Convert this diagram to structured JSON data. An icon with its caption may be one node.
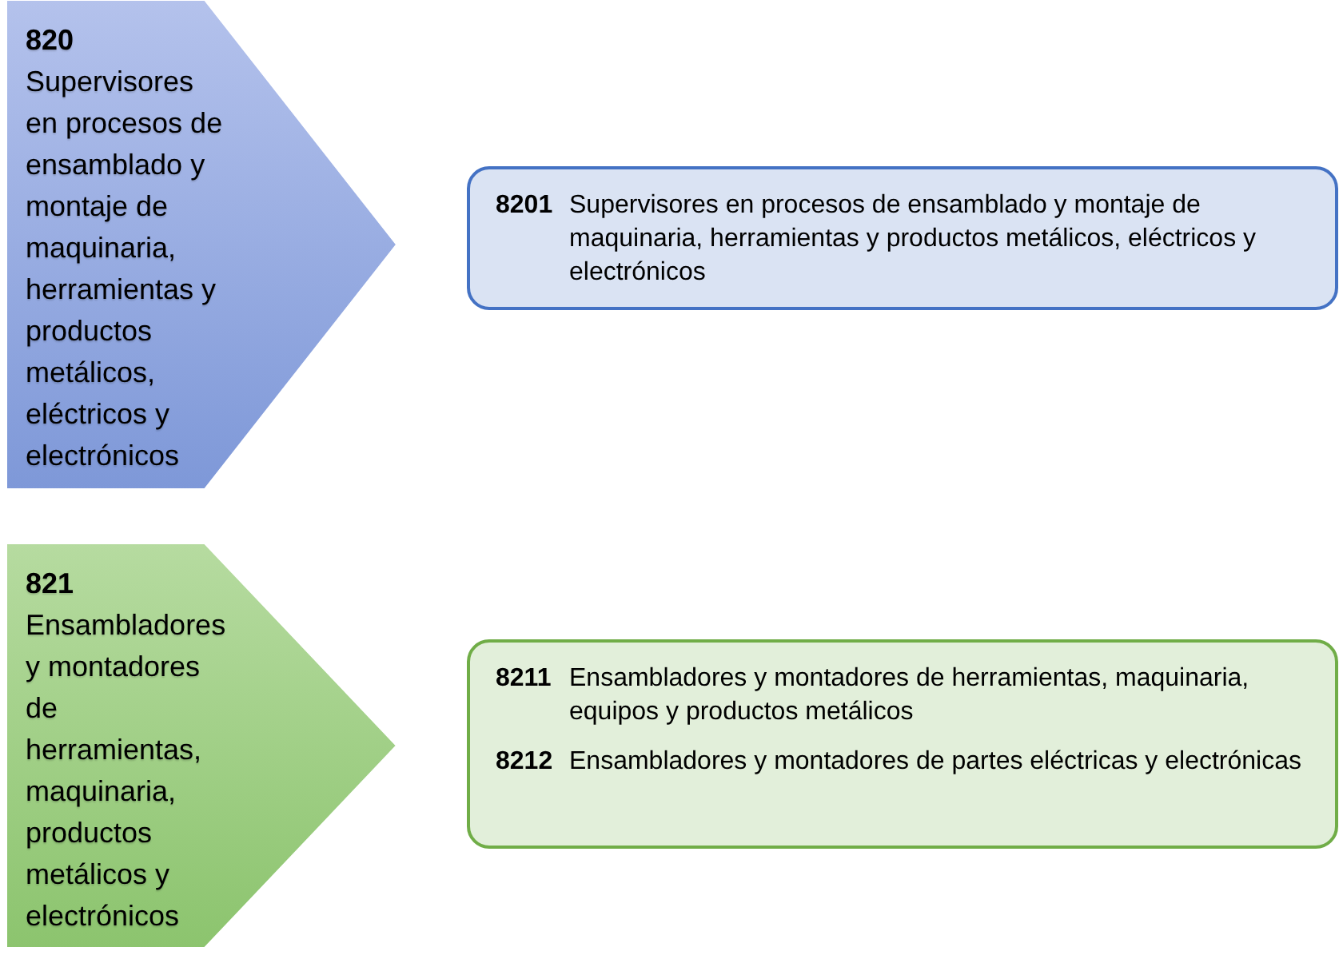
{
  "diagram": {
    "nodes": [
      {
        "text": [
          "820",
          "Supervisores en procesos de ensamblado y montaje de maquinaria, herramientas y productos metálicos, eléctricos y electrónicos"
        ]
      },
      {
        "text": [
          "8201",
          "Supervisores en procesos de ensamblado y montaje de maquinaria, herramientas y productos metálicos, eléctricos y electrónicos"
        ]
      },
      {
        "text": [
          "821",
          "Ensambladores y montadores de herramientas, maquinaria, productos metálicos y electrónicos"
        ]
      },
      {
        "text": [
          "8211",
          "Ensambladores y montadores de herramientas, maquinaria, equipos y productos metálicos",
          "8212",
          "Ensambladores y montadores de partes eléctricas y electrónicas"
        ]
      }
    ]
  }
}
